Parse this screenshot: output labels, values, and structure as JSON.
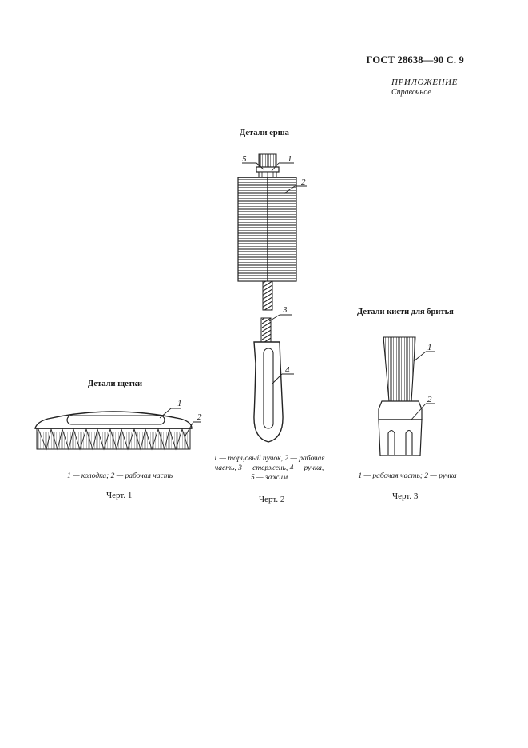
{
  "header": {
    "standard_code": "ГОСТ 28638—90 С. 9",
    "appendix_title": "ПРИЛОЖЕНИЕ",
    "appendix_subtitle": "Справочное"
  },
  "figures": {
    "fig1": {
      "title": "Детали щетки",
      "caption": "1 — колодка; 2 — рабочая часть",
      "label": "Черт. 1",
      "callouts": [
        "1",
        "2"
      ]
    },
    "fig2": {
      "title": "Детали ерша",
      "caption_line1": "1 — торцовый пучок, 2 — рабочая",
      "caption_line2": "часть, 3 — стержень, 4 — ручка,",
      "caption_line3": "5 — зажим",
      "label": "Черт. 2",
      "callouts": [
        "5",
        "1",
        "2",
        "3",
        "4"
      ]
    },
    "fig3": {
      "title": "Детали кисти для бритья",
      "caption": "1 — рабочая часть; 2 — ручка",
      "label": "Черт. 3",
      "callouts": [
        "1",
        "2"
      ]
    }
  }
}
